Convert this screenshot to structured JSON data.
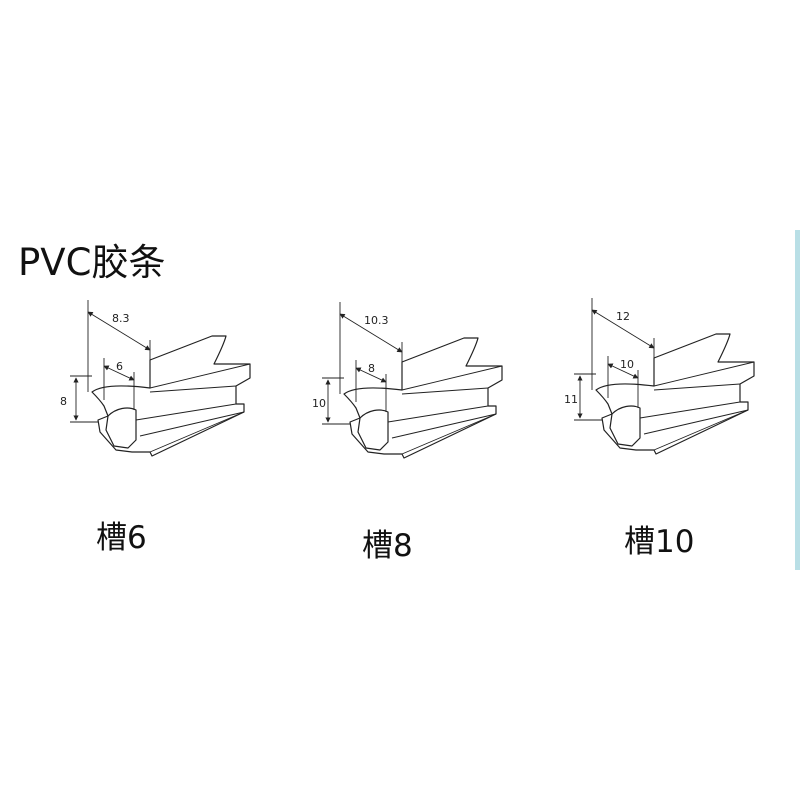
{
  "title": "PVC胶条",
  "profiles": [
    {
      "caption": "槽6",
      "top_width": "8.3",
      "inner_width": "6",
      "height": "8"
    },
    {
      "caption": "槽8",
      "top_width": "10.3",
      "inner_width": "8",
      "height": "10"
    },
    {
      "caption": "槽10",
      "top_width": "12",
      "inner_width": "10",
      "height": "11"
    }
  ]
}
